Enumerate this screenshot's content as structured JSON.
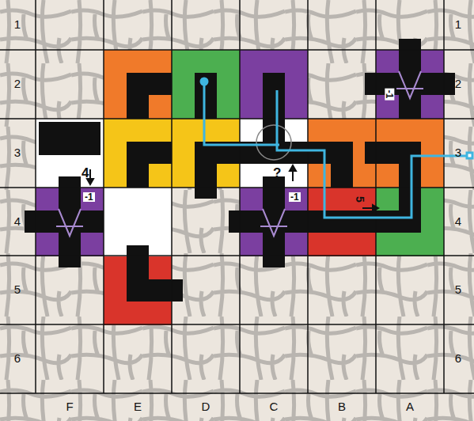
{
  "diagram": {
    "nodes": [
      {
        "text": [
          "-1"
        ]
      },
      {
        "text": [
          "4"
        ]
      },
      {
        "text": [
          "?"
        ]
      },
      {
        "text": [
          "-1"
        ]
      },
      {
        "text": [
          "-1"
        ]
      },
      {
        "text": [
          "5"
        ]
      }
    ],
    "labels": [
      "1",
      "2",
      "3",
      "4",
      "5",
      "6",
      "1",
      "2",
      "3",
      "4",
      "5",
      "6",
      "F",
      "E",
      "D",
      "C",
      "B",
      "A"
    ]
  }
}
